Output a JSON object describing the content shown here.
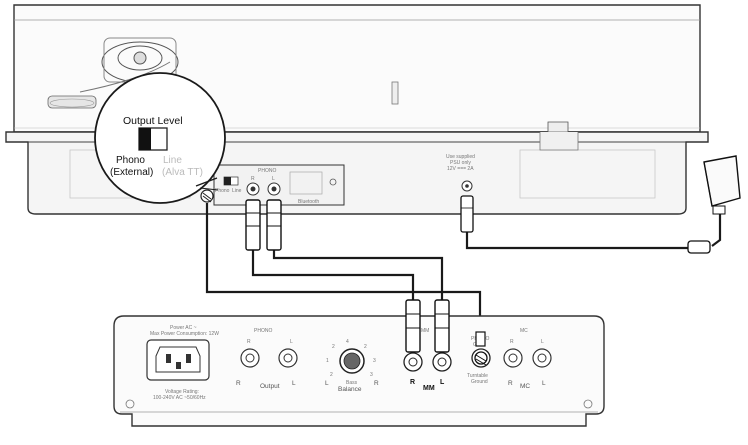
{
  "callout": {
    "title": "Output Level",
    "phono_label_1": "Phono",
    "phono_label_2": "(External)",
    "line_label_1": "Line",
    "line_label_2": "(Alva TT)"
  },
  "turntable_panel": {
    "switch_label": "Output Level",
    "switch_phono": "Phono",
    "switch_line": "Line",
    "rca_label": "PHONO",
    "rca_right": "R",
    "rca_left": "L",
    "bt_label": "Bluetooth",
    "power_label_1": "Use supplied",
    "power_label_2": "PSU only",
    "power_label_3": "12V === 2A"
  },
  "amplifier_panel": {
    "power_text_1": "Power AC ~",
    "power_text_2": "Max Power Consumption: 12W",
    "voltage_text_1": "Voltage Rating:",
    "voltage_text_2": "100-240V AC ~50/60Hz",
    "output_title": "PHONO",
    "output_label": "Output",
    "output_r": "R",
    "output_l": "L",
    "balance_label": "Balance",
    "balance_sub": "Bass",
    "balance_l": "L",
    "balance_r": "R",
    "mm_title": "MM",
    "mm_r": "R",
    "mm_l": "L",
    "mm_label": "MM",
    "ground_title": "PHONO",
    "ground_sub": "GND",
    "ground_label_1": "Turntable",
    "ground_label_2": "Ground",
    "mc_title": "MC",
    "mc_r": "R",
    "mc_l": "L",
    "mc_label": "MC"
  },
  "colors": {
    "line": "#1a1a1a",
    "body": "#f7f7f7",
    "grey": "#9a9a9a"
  }
}
